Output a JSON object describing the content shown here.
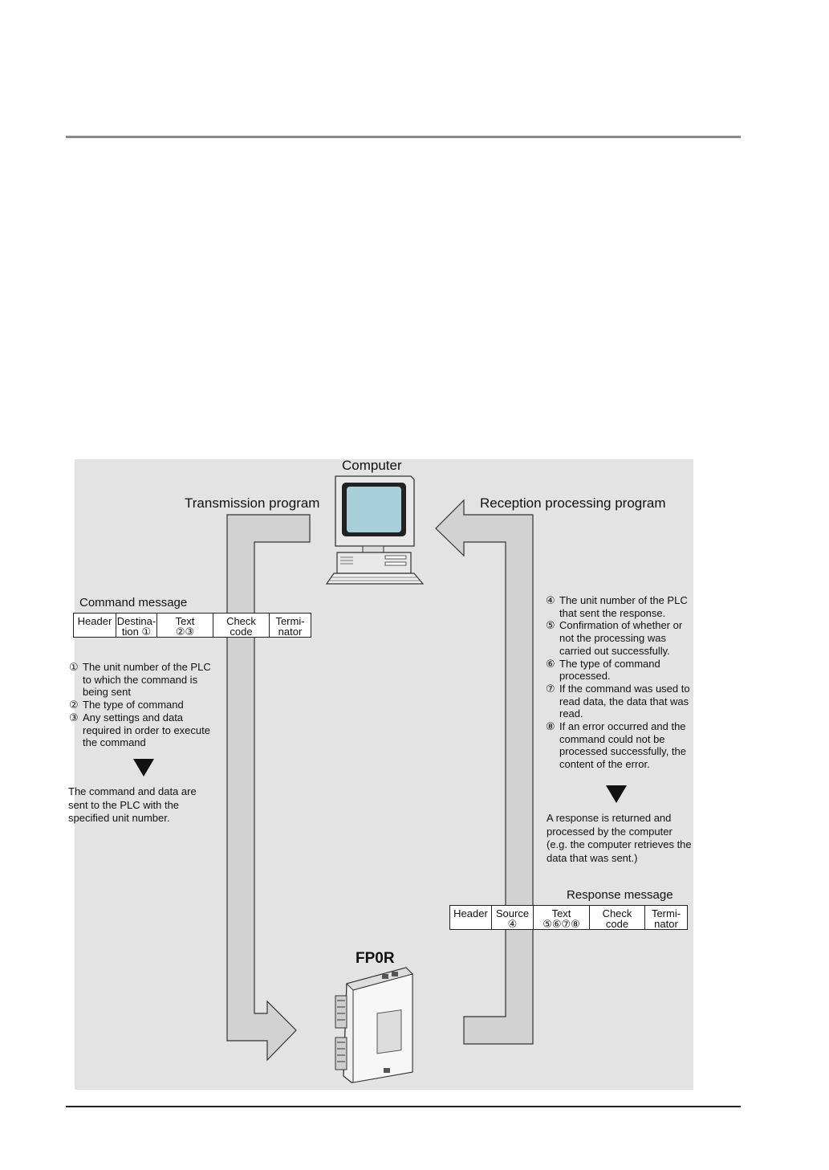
{
  "diagram": {
    "computer_label": "Computer",
    "transmission_label": "Transmission program",
    "reception_label": "Reception processing program",
    "device_label": "FP0R",
    "command": {
      "title": "Command message",
      "cells": [
        "Header",
        "Destina-\ntion ①",
        "Text\n②③",
        "Check\ncode",
        "Termi-\nnator"
      ],
      "notes": [
        {
          "num": "①",
          "text": "The unit number of the PLC to which the command is being sent"
        },
        {
          "num": "②",
          "text": "The type of command"
        },
        {
          "num": "③",
          "text": "Any settings and data required in order to execute the command"
        }
      ],
      "summary": "The command and data are sent to the PLC with the specified unit number."
    },
    "response": {
      "title": "Response message",
      "cells": [
        "Header",
        "Source\n④",
        "Text\n⑤⑥⑦⑧",
        "Check\ncode",
        "Termi-\nnator"
      ],
      "notes": [
        {
          "num": "④",
          "text": "The unit number of the PLC that sent the response."
        },
        {
          "num": "⑤",
          "text": "Confirmation of whether or not the processing was carried out successfully."
        },
        {
          "num": "⑥",
          "text": "The type of command processed."
        },
        {
          "num": "⑦",
          "text": "If the command was used to read data, the data that was read."
        },
        {
          "num": "⑧",
          "text": "If an error occurred and the command could not be processed successfully, the content of the error."
        }
      ],
      "summary": "A response is returned and processed by the computer (e.g. the computer retrieves the data that was sent.)"
    }
  }
}
